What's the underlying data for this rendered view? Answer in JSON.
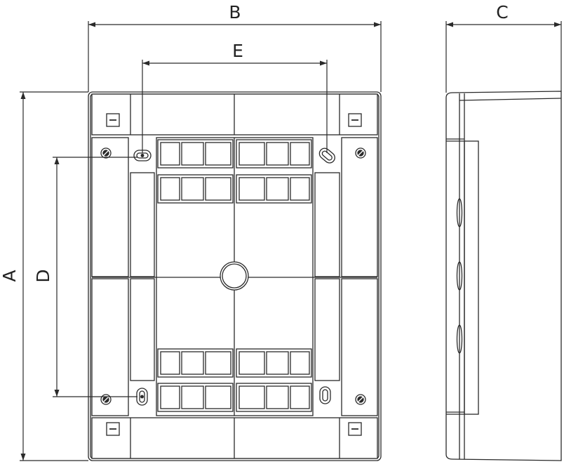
{
  "dimensions": {
    "A": "A",
    "B": "B",
    "C": "C",
    "D": "D",
    "E": "E"
  },
  "colors": {
    "stroke": "#2a2a2a",
    "fill": "#ffffff",
    "side_fill": "#fafafa"
  },
  "icons": {
    "screw": "screw-icon",
    "slot": "mounting-slot-icon",
    "knockout": "knockout-square-icon"
  }
}
